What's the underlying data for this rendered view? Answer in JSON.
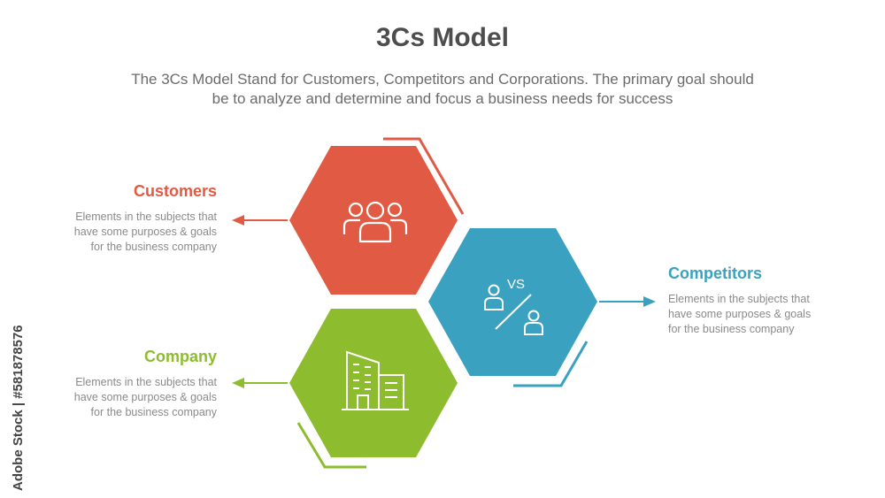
{
  "title": "3Cs Model",
  "subtitle_lines": [
    "The 3Cs Model Stand for Customers, Competitors and Corporations. The primary goal should",
    "be to analyze and determine and focus a business needs for success"
  ],
  "blocks": {
    "customers": {
      "title": "Customers",
      "desc": [
        "Elements in the subjects that",
        "have  some purposes & goals",
        "for the  business company"
      ],
      "color": "#e05a44"
    },
    "competitors": {
      "title": "Competitors",
      "desc": [
        "Elements in the subjects that",
        "have  some purposes & goals",
        "for the  business company"
      ],
      "color": "#3aa2c0",
      "vs_label": "VS"
    },
    "company": {
      "title": "Company",
      "desc": [
        "Elements in the subjects that",
        "have  some purposes & goals",
        "for the  business company"
      ],
      "color": "#8dbd2e"
    }
  },
  "icons": {
    "customers": "people-group-icon",
    "competitors": "versus-icon",
    "company": "building-icon"
  },
  "watermark": "Adobe Stock | #581878576"
}
